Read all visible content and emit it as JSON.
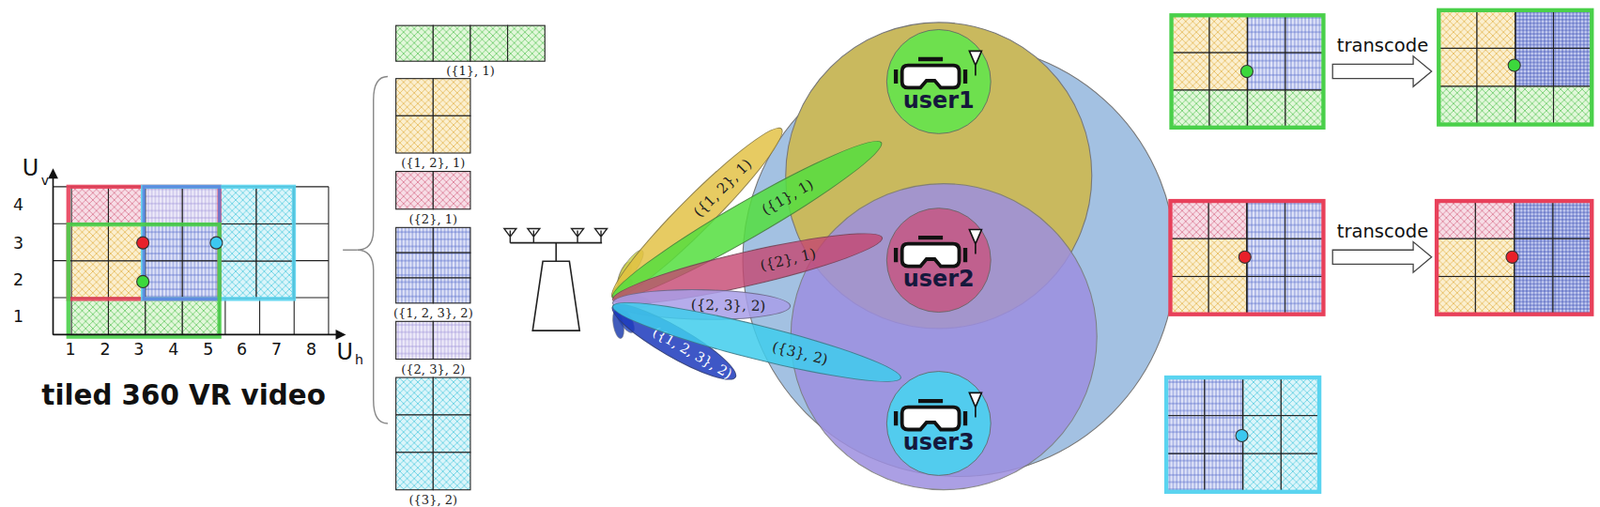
{
  "diagram": {
    "nodes": [
      {
        "text": [
          "({1}, 1)"
        ]
      },
      {
        "text": [
          "({1, 2}, 1)"
        ]
      },
      {
        "text": [
          "({2}, 1)"
        ]
      },
      {
        "text": [
          "({1, 2, 3}, 2)"
        ]
      },
      {
        "text": [
          "({2, 3}, 2)"
        ]
      },
      {
        "text": [
          "({3}, 2)"
        ]
      },
      {
        "text": [
          "({1, 2}, 1)"
        ]
      },
      {
        "text": [
          "({1}, 1)"
        ]
      },
      {
        "text": [
          "({2}, 1)"
        ]
      },
      {
        "text": [
          "({2, 3}, 2)"
        ]
      },
      {
        "text": [
          "({1, 2, 3}, 2)"
        ]
      },
      {
        "text": [
          "({3}, 2)"
        ]
      },
      {
        "text": [
          "user1"
        ]
      },
      {
        "text": [
          "user2"
        ]
      },
      {
        "text": [
          "user3"
        ]
      }
    ],
    "labels": [
      "U",
      "v",
      "4",
      "3",
      "2",
      "1",
      "1",
      "2",
      "3",
      "4",
      "5",
      "6",
      "7",
      "8",
      "U",
      "h",
      "tiled 360 VR video",
      "transcode",
      "transcode"
    ]
  }
}
